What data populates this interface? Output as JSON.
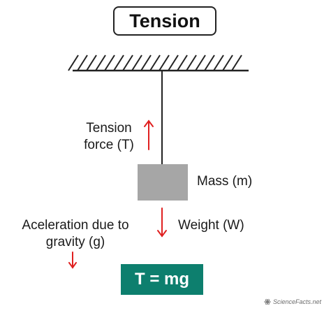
{
  "title": "Tension",
  "labels": {
    "tension_line1": "Tension",
    "tension_line2": "force (T)",
    "mass": "Mass (m)",
    "weight": "Weight (W)",
    "accel_line1": "Aceleration due to",
    "accel_line2": "gravity (g)"
  },
  "formula": "T = mg",
  "watermark": "ScienceFacts.net",
  "colors": {
    "arrow": "#e02020",
    "formula_bg": "#0d7f6e",
    "mass_block": "#a6a6a6",
    "line": "#222222"
  },
  "icons": {
    "watermark": "atom-icon"
  }
}
